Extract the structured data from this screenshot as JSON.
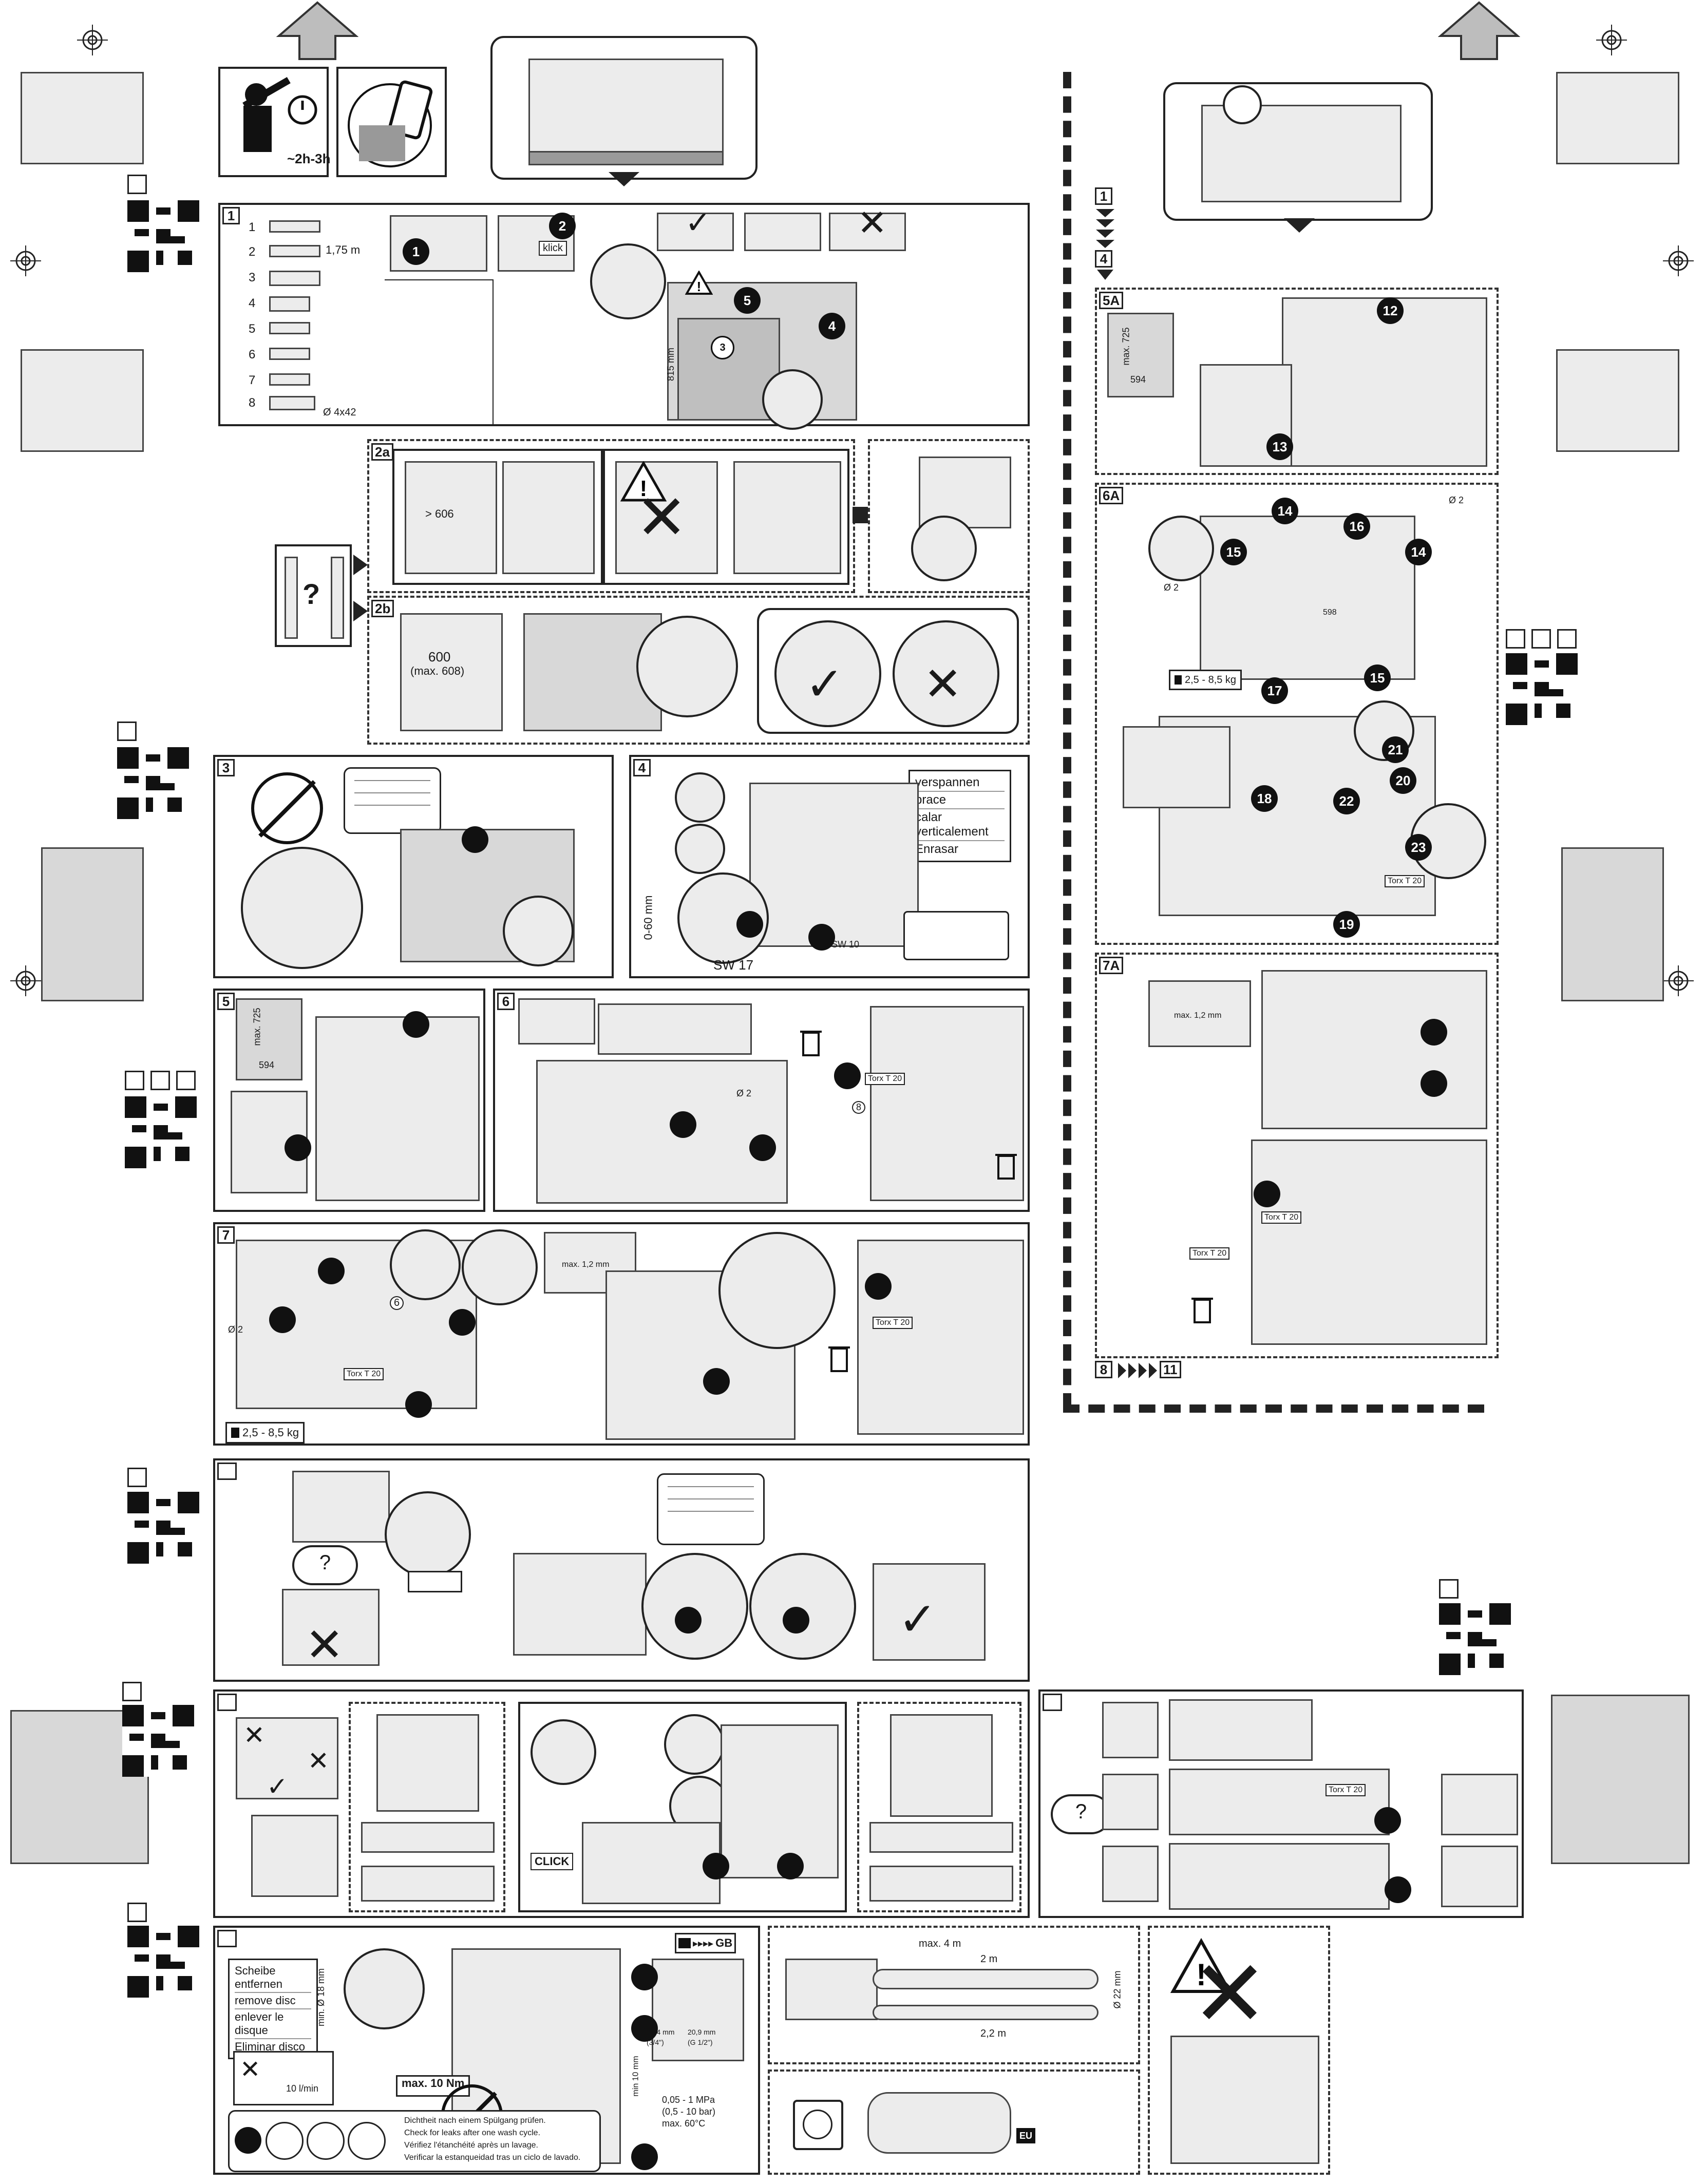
{
  "header": {
    "duration": "~2h-3h",
    "nav_sequence_top": "1",
    "nav_sequence_end": "4",
    "nav_sequence_bottom_start": "8",
    "nav_sequence_bottom_end": "11"
  },
  "steps": {
    "s1": "1",
    "s2a": "2a",
    "s2b": "2b",
    "s3": "3",
    "s4": "4",
    "s5": "5",
    "s6": "6",
    "s7": "7",
    "s5a": "5A",
    "s6a": "6A",
    "s7a": "7A"
  },
  "step1": {
    "parts": [
      "1",
      "2",
      "3",
      "4",
      "5",
      "6",
      "7",
      "8"
    ],
    "hose_length": "1,75 m",
    "screw_size": "Ø 4x42",
    "click_label": "klick",
    "callouts": [
      "1",
      "2",
      "3",
      "4",
      "5"
    ],
    "height_label": "815 mm"
  },
  "step2": {
    "min_width": "> 606",
    "width_600": "600",
    "width_max": "(max. 608)"
  },
  "step4": {
    "brace_words": [
      "verspannen",
      "brace",
      "calar verticalement",
      "Enrasar"
    ],
    "wrench_size": "SW 17",
    "wrench_small": "SW 10",
    "range": "0-60 mm"
  },
  "step5": {
    "max_height": "max. 725",
    "width": "594"
  },
  "step6": {
    "drill": "Ø 2",
    "torx": "Torx T 20",
    "screw_callout": "8"
  },
  "step7": {
    "weight": "2,5 - 8,5 kg",
    "gap": "max. 1,2 mm",
    "drill": "Ø 2",
    "torx": "Torx T 20",
    "callout": "6"
  },
  "right_column": {
    "callouts_5a": [
      "12",
      "13"
    ],
    "callouts_6a": [
      "14",
      "15",
      "16",
      "17",
      "18",
      "19",
      "20",
      "21",
      "22",
      "23"
    ],
    "weight": "2,5 - 8,5 kg",
    "gap": "max. 1,2 mm",
    "drill": "Ø 2",
    "torx": "Torx T 20",
    "dim_height": "max. 725",
    "dim_width": "594",
    "dim_width_6a": "598"
  },
  "connection": {
    "remove_disc": [
      "Scheibe entfernen",
      "remove disc",
      "enlever le disque",
      "Eliminar disco"
    ],
    "torque": "max. 10 Nm",
    "flow": "10 l/min",
    "min_dia": "min. Ø 18 mm",
    "leak_check": [
      "Dichtheit nach einem Spülgang prüfen.",
      "Check for leaks after one wash cycle.",
      "Vérifiez l'étanchéité après un lavage.",
      "Verificar la estanqueidad tras un ciclo de lavado."
    ],
    "region_gb": "GB",
    "region_eu": "EU",
    "pressure": "0,05 - 1 MPa",
    "pressure_bar": "(0,5 - 10 bar)",
    "max_temp": "max. 60°C",
    "thread1": "26,4 mm",
    "thread2": "20,9 mm",
    "thread_in1": "(3/4\")",
    "thread_in2": "(G 1/2\")",
    "max_length": "max. 4 m",
    "len_2m": "2 m",
    "len_22m": "2,2 m",
    "dia_22": "Ø 22 mm",
    "min_height": "min 10 mm",
    "click": "CLICK"
  }
}
